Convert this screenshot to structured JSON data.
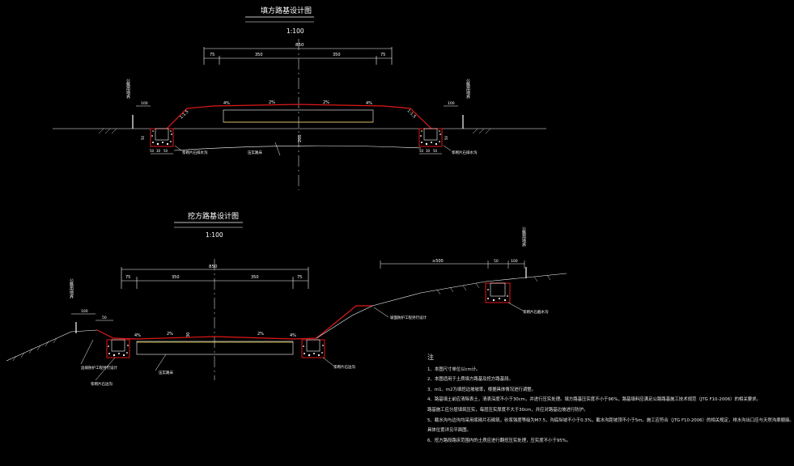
{
  "top": {
    "title": "填方路基设计图",
    "scale": "1:100",
    "dim_total": "850",
    "dim_segments": [
      "75",
      "350",
      "350",
      "75"
    ],
    "dim_side_left": "100",
    "dim_side_right": "100",
    "slope_left": "1:1.5",
    "slope_right": "1:1.5",
    "grade_left": "4%",
    "grade_right": "4%",
    "cross_left": "2%",
    "cross_right": "2%",
    "depth": "200",
    "ditch_dims": [
      "50",
      "30",
      "50",
      "50"
    ],
    "ditch_dims_right": [
      "50",
      "30",
      "50",
      "50"
    ],
    "stake_left": "公路用地界",
    "stake_right": "公路用地界",
    "label_ditch_left": "浆砌片石排水沟",
    "label_ditch_right": "浆砌片石排水沟",
    "label_base": "压实路床"
  },
  "bottom": {
    "title": "挖方路基设计图",
    "scale": "1:100",
    "dim_total": "850",
    "dim_segments": [
      "75",
      "350",
      "350",
      "75"
    ],
    "dim_side_left": "100",
    "dim_side_left2": "50",
    "dim_right_top": "≥500",
    "dim_right_small1": "50",
    "dim_right_small2": "100",
    "grade_left": "4%",
    "grade_right": "4%",
    "cross_left": "2%",
    "cross_right": "2%",
    "depth": "30",
    "stake_left": "公路用地界",
    "stake_right": "公路用地界",
    "label_slope_left": "边坡防护工程另行设计",
    "label_ditch_left": "浆砌片石边沟",
    "label_base": "压实路床",
    "label_ditch_right": "浆砌片石边沟",
    "label_slope_right": "坡面防护工程另行设计",
    "label_intercept": "浆砌片石截水沟"
  },
  "notes": {
    "heading": "注",
    "items": [
      "1、本图尺寸单位以cm计。",
      "2、本图适用于土质填方路基及挖方路基段。",
      "3、m1、m2为填挖边坡坡率，根据具体情况进行调整。",
      "4、路基填土前应清除表土，清表深度不小于30cm，并进行压实处理。填方路基压实度不小于96%，路基填料应满足公路路基施工技术规范（JTG F10-2006）的相关要求。",
      "   路基施工应分层填筑压实，每层压实厚度不大于30cm，并应对路基边坡进行防护。",
      "5、截水沟与边沟均采用浆砌片石砌筑，砂浆强度等级为M7.5，沟底纵坡不小于0.3%，截水沟距坡顶不小于5m。施工应符合（JTG F10-2006）的相关规定，排水沟出口应与天然沟渠顺接。",
      "   具体位置详见平面图。",
      "6、挖方路段路床范围内的土质应进行翻挖压实处理，压实度不小于95%。"
    ]
  }
}
